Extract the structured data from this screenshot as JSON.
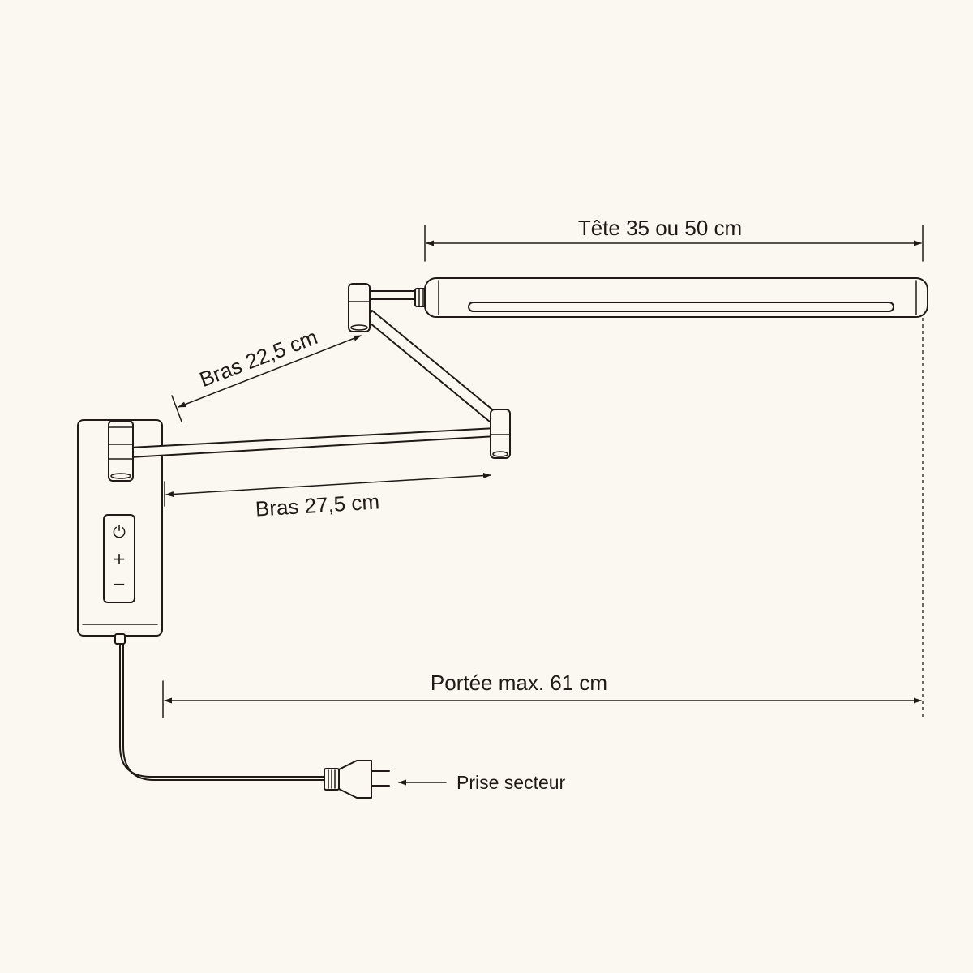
{
  "labels": {
    "head": "Tête 35 ou 50 cm",
    "arm_upper": "Bras 22,5 cm",
    "arm_lower": "Bras 27,5 cm",
    "reach": "Portée max. 61 cm",
    "plug": "Prise secteur"
  },
  "controls": {
    "power_symbol": "⏻",
    "plus_symbol": "+",
    "minus_symbol": "−"
  },
  "colors": {
    "background": "#fbf8f2",
    "line": "#1f1a16"
  }
}
